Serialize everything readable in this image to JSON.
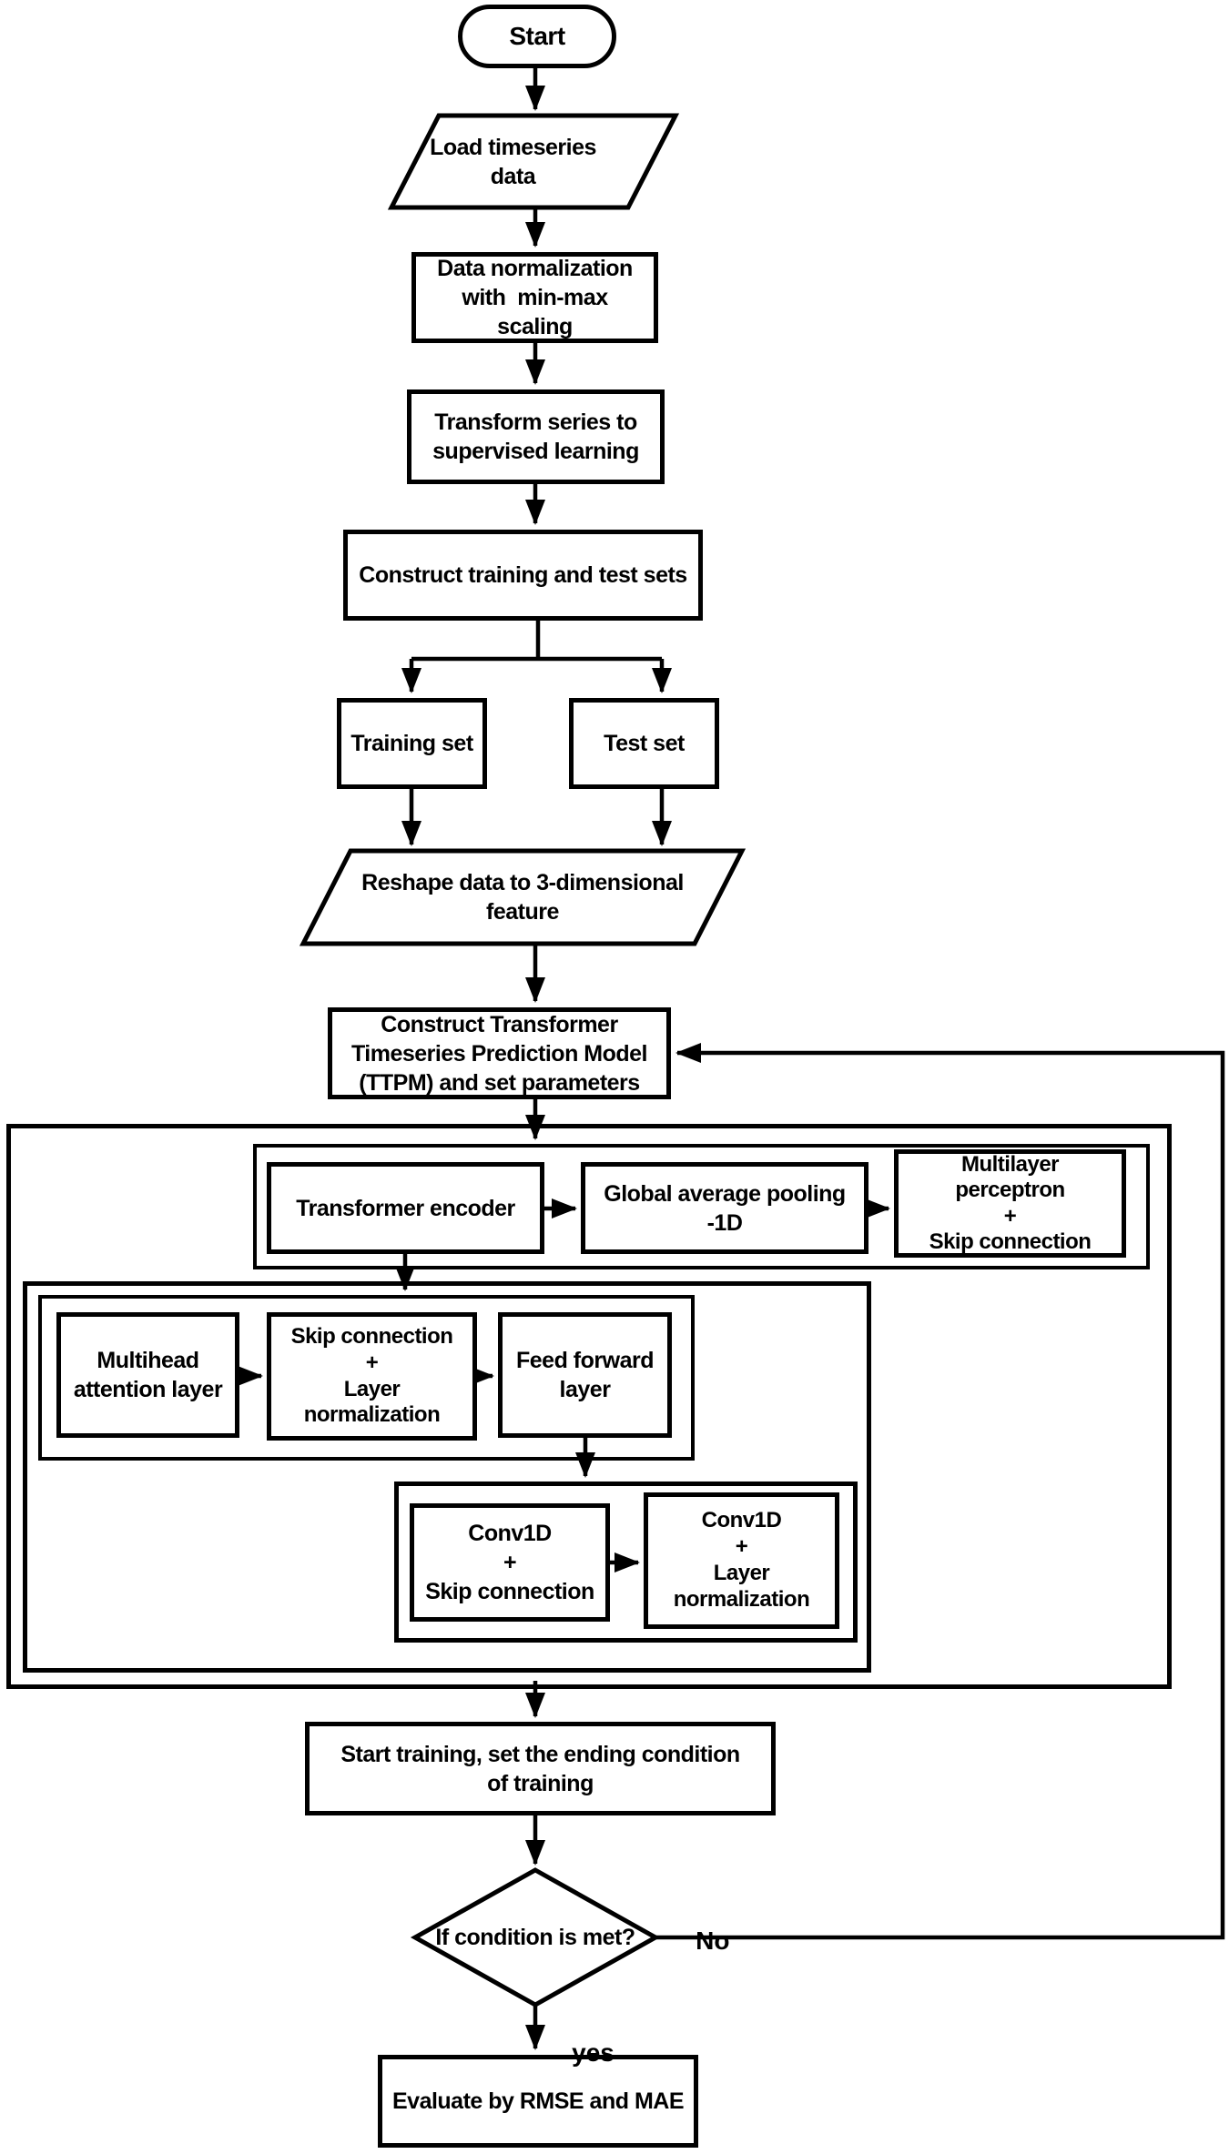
{
  "diagram": {
    "background": "#ffffff",
    "stroke": "#000000",
    "nodes": {
      "start": "Start",
      "load_data": "Load timeseries\ndata",
      "normalization": "Data normalization\nwith  min-max\nscaling",
      "to_supervised": "Transform series to\nsupervised learning",
      "construct_sets": "Construct training and test sets",
      "training_set": "Training set",
      "test_set": "Test set",
      "reshape": "Reshape data to 3-dimensional\nfeature",
      "ttpm": "Construct Transformer\nTimeseries Prediction Model\n(TTPM) and set parameters",
      "transformer_encoder": "Transformer encoder",
      "global_avg_pooling": "Global average pooling\n-1D",
      "multilayer_perceptron": "Multilayer\nperceptron\n+\nSkip connection",
      "multihead_attention": "Multihead\nattention layer",
      "skip_layer_norm": "Skip connection\n+\nLayer\nnormalization",
      "feed_forward": "Feed forward\nlayer",
      "conv1d_skip": "Conv1D\n+\nSkip connection",
      "conv1d_layernorm": "Conv1D\n+\nLayer\nnormalization",
      "start_training": "Start training, set the ending condition\nof training",
      "condition": "If condition is met?",
      "evaluate": "Evaluate by RMSE and MAE"
    },
    "edge_labels": {
      "no": "No",
      "yes": "yes"
    }
  }
}
